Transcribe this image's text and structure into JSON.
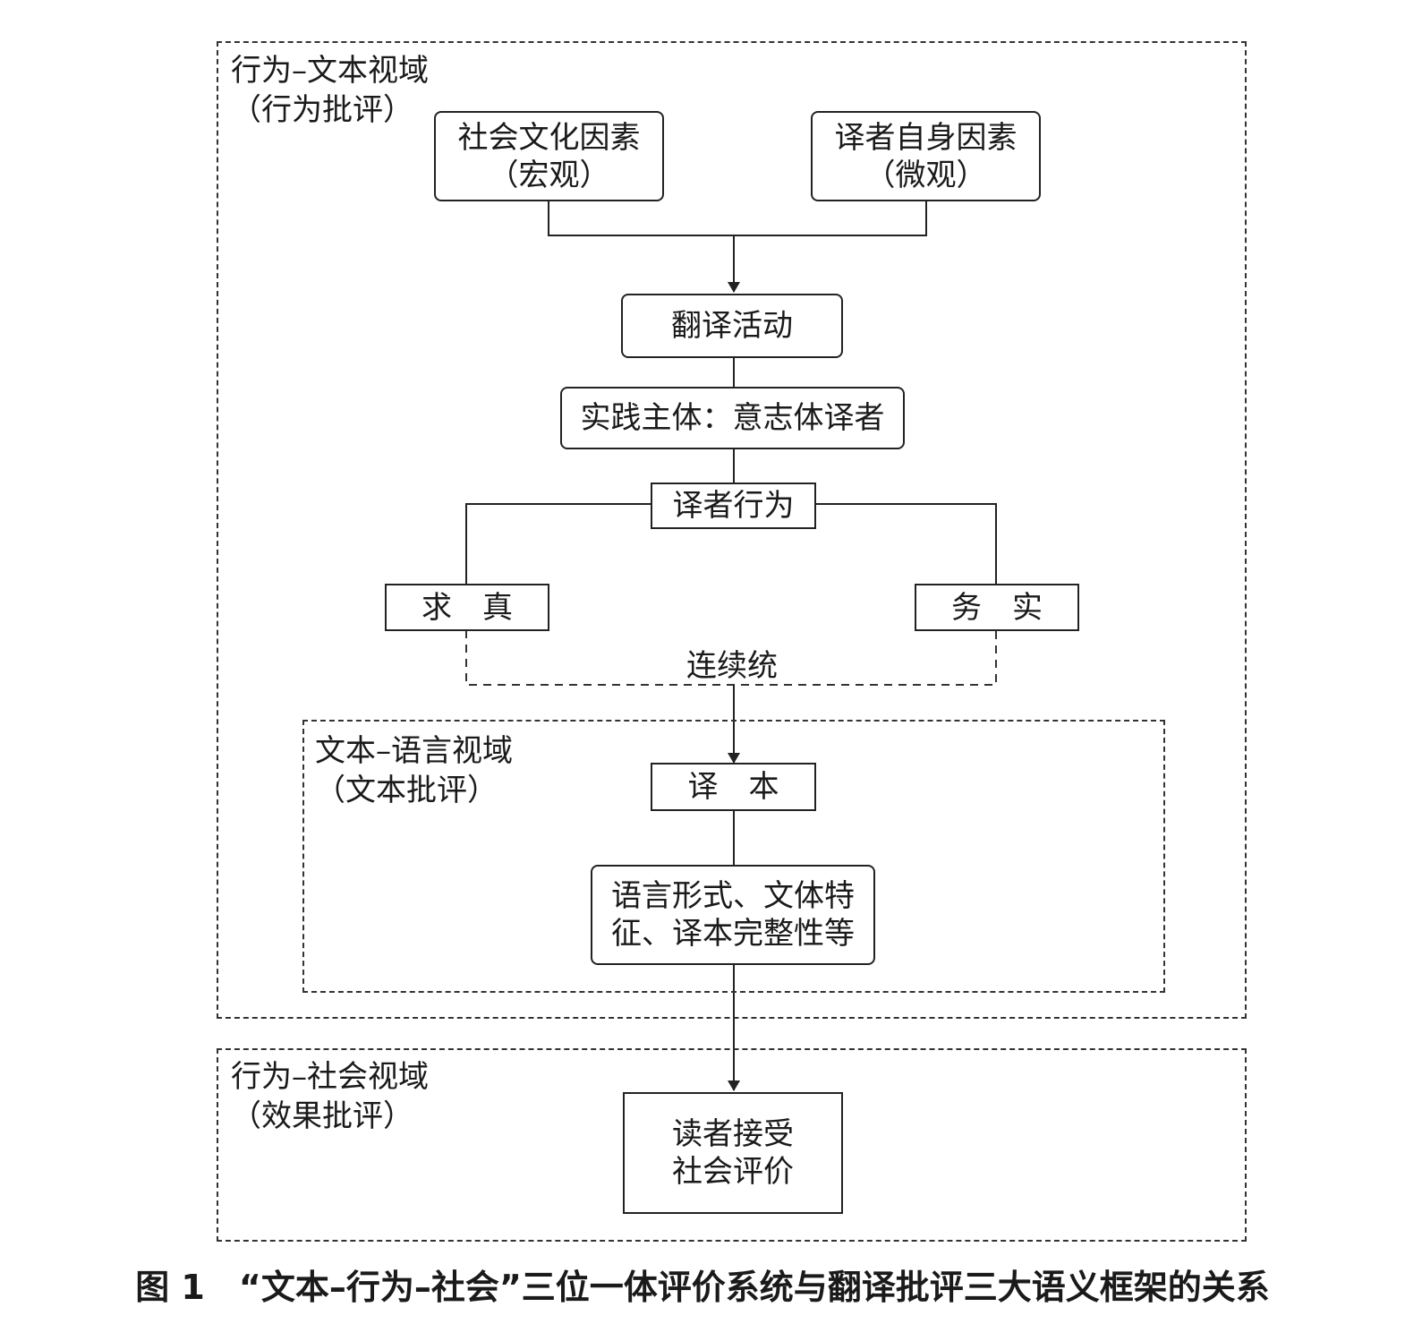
{
  "regions": {
    "behavior_text": {
      "title": "行为–文本视域",
      "subtitle": "（行为批评）"
    },
    "text_language": {
      "title": "文本–语言视域",
      "subtitle": "（文本批评）"
    },
    "behavior_society": {
      "title": "行为–社会视域",
      "subtitle": "（效果批评）"
    }
  },
  "nodes": {
    "social_culture": {
      "line1": "社会文化因素",
      "line2": "（宏观）"
    },
    "translator_self": {
      "line1": "译者自身因素",
      "line2": "（微观）"
    },
    "translation_activity": {
      "label": "翻译活动"
    },
    "practice_subject": {
      "label": "实践主体：意志体译者"
    },
    "translator_behavior": {
      "label": "译者行为"
    },
    "seek_truth": {
      "label": "求　真"
    },
    "be_practical": {
      "label": "务　实"
    },
    "continuum": {
      "label": "连续统"
    },
    "target_text": {
      "label": "译　本"
    },
    "features": {
      "line1": "语言形式、文体特",
      "line2": "征、译本完整性等"
    },
    "reception": {
      "line1": "读者接受",
      "line2": "社会评价"
    }
  },
  "caption": "图 1　“文本–行为–社会”三位一体评价系统与翻译批评三大语义框架的关系"
}
